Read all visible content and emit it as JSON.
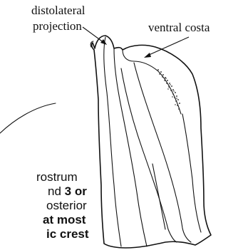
{
  "labels": {
    "distolateral_line1": "distolateral",
    "distolateral_line2": "projection",
    "ventral_costa": "ventral costa"
  },
  "text_block": {
    "line1": "rostrum",
    "line2_normal": "nd ",
    "line2_bold": "3 or",
    "line3": "osterior",
    "line4_bold": "at most",
    "line5_bold": "ic crest"
  }
}
